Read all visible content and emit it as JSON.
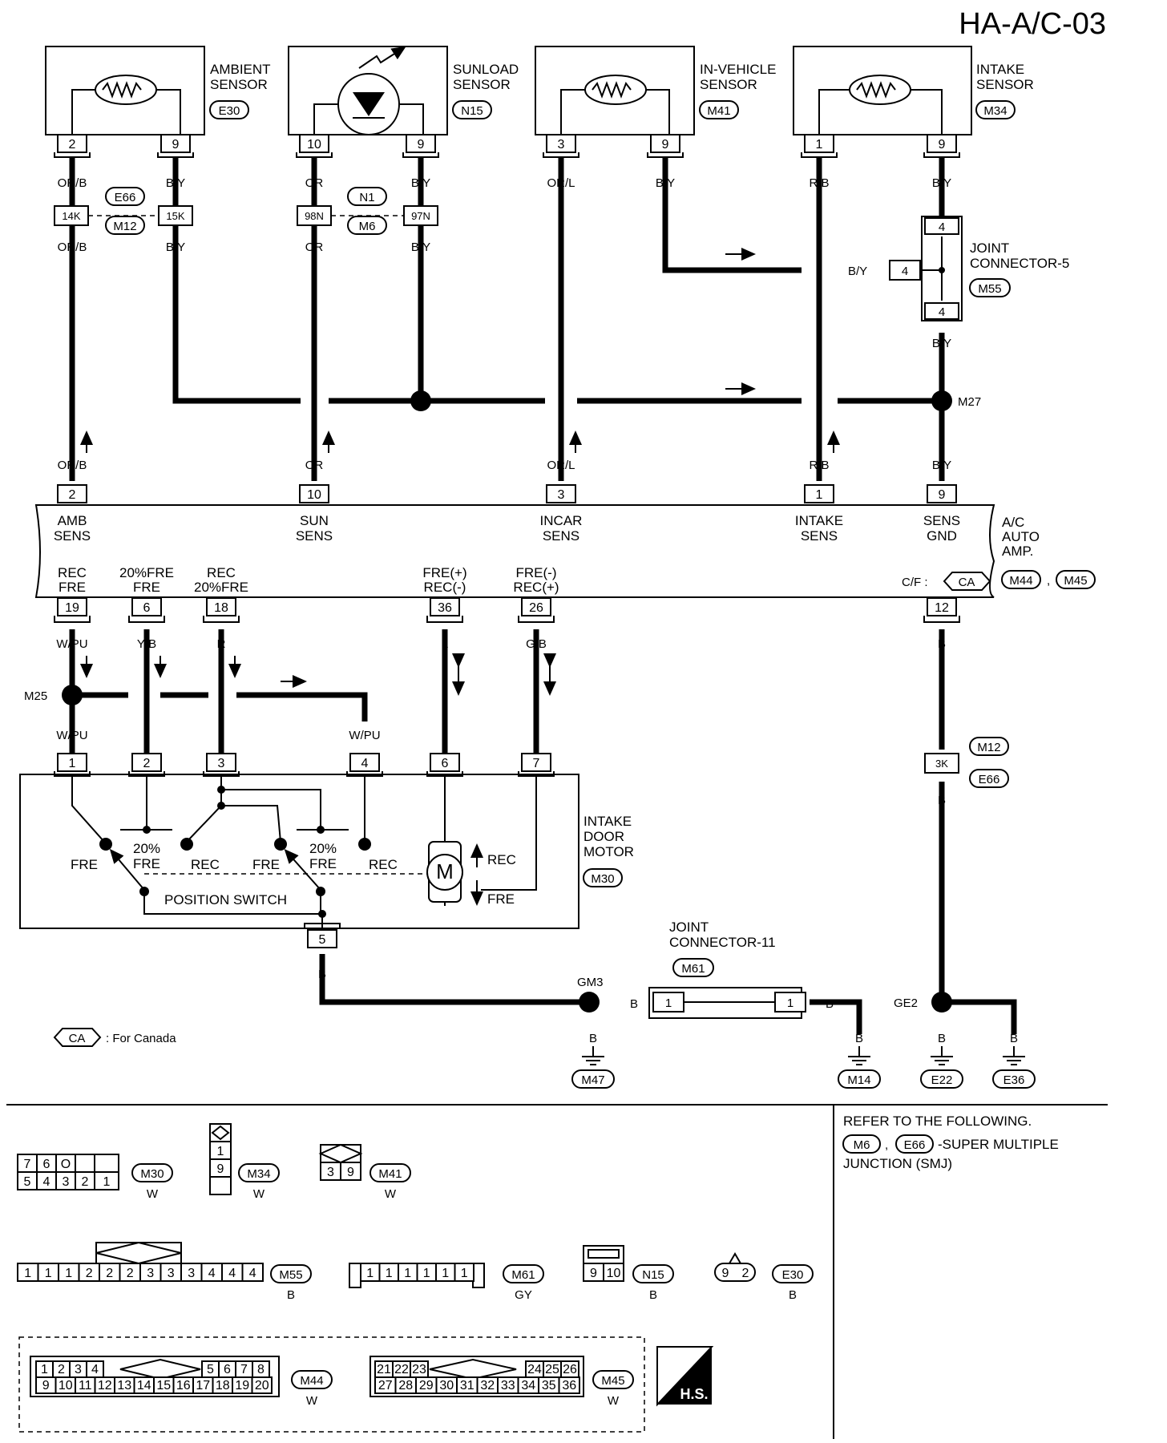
{
  "page_id": "HA-A/C-03",
  "sensors": [
    {
      "name": "AMBIENT\nSENSOR",
      "code": "E30",
      "pins": [
        "2",
        "9"
      ]
    },
    {
      "name": "SUNLOAD\nSENSOR",
      "code": "N15",
      "pins": [
        "10",
        "9"
      ]
    },
    {
      "name": "IN-VEHICLE\nSENSOR",
      "code": "M41",
      "pins": [
        "3",
        "9"
      ]
    },
    {
      "name": "INTAKE\nSENSOR",
      "code": "M34",
      "pins": [
        "1",
        "9"
      ]
    }
  ],
  "wires": {
    "amb": "OR/B",
    "by": "B/Y",
    "sun": "OR",
    "incar": "OR/L",
    "intake": "R/B",
    "wpu": "W/PU",
    "yb": "Y/B",
    "r": "R",
    "l": "L",
    "gb": "G/B",
    "b": "B"
  },
  "inline_connectors": {
    "e66_m12": [
      "E66",
      "M12"
    ],
    "n1_m6": [
      "N1",
      "M6"
    ],
    "c14k": "14K",
    "c15k": "15K",
    "c98n": "98N",
    "c97n": "97N",
    "c3k": "3K"
  },
  "joint5": {
    "title": "JOINT\nCONNECTOR-5",
    "code": "M55",
    "pin": "4"
  },
  "joint11": {
    "title": "JOINT\nCONNECTOR-11",
    "code": "M61",
    "pin": "1"
  },
  "junctions": {
    "m27": "M27",
    "m25": "M25",
    "gm3": "GM3",
    "ge2": "GE2"
  },
  "amp": {
    "name": "A/C\nAUTO\nAMP.",
    "codes": [
      "M44",
      "M45"
    ],
    "cf": "C/F :",
    "ca": "CA",
    "top_pins": [
      {
        "num": "2",
        "label": "AMB\nSENS"
      },
      {
        "num": "10",
        "label": "SUN\nSENS"
      },
      {
        "num": "3",
        "label": "INCAR\nSENS"
      },
      {
        "num": "1",
        "label": "INTAKE\nSENS"
      },
      {
        "num": "9",
        "label": "SENS\nGND"
      }
    ],
    "bottom_pins": [
      {
        "num": "19",
        "label": "REC\nFRE"
      },
      {
        "num": "6",
        "label": "20%FRE\nFRE"
      },
      {
        "num": "18",
        "label": "REC\n20%FRE"
      },
      {
        "num": "36",
        "label": "FRE(+)\nREC(-)"
      },
      {
        "num": "26",
        "label": "FRE(-)\nREC(+)"
      },
      {
        "num": "12",
        "label": ""
      }
    ]
  },
  "motor": {
    "name": "INTAKE\nDOOR\nMOTOR",
    "code": "M30",
    "pins": [
      "1",
      "2",
      "3",
      "4",
      "6",
      "7",
      "5"
    ],
    "switch_label": "POSITION SWITCH",
    "positions": [
      "FRE",
      "20%\nFRE",
      "REC",
      "FRE",
      "20%\nFRE",
      "REC"
    ],
    "rec": "REC",
    "fre": "FRE",
    "m": "M"
  },
  "grounds": [
    "M47",
    "M14",
    "E22",
    "E36"
  ],
  "legend": {
    "ca": "CA",
    "text": ": For Canada"
  },
  "refer": {
    "line1": "REFER TO THE FOLLOWING.",
    "codes": [
      "M6",
      "E66"
    ],
    "line2": "-SUPER MULTIPLE",
    "line3": "JUNCTION (SMJ)"
  },
  "connector_views": [
    {
      "code": "M30",
      "color": "W",
      "rows": [
        [
          "7",
          "6",
          "O",
          ""
        ],
        [
          "5",
          "4",
          "3",
          "2",
          "1"
        ]
      ]
    },
    {
      "code": "M34",
      "color": "W",
      "rows": [
        [
          "1"
        ],
        [
          "9"
        ],
        [
          ""
        ]
      ]
    },
    {
      "code": "M41",
      "color": "W",
      "rows": [
        [
          "3",
          "9"
        ]
      ]
    },
    {
      "code": "M55",
      "color": "B",
      "rows": [
        [
          "1",
          "1",
          "1",
          "2",
          "2",
          "2",
          "3",
          "3",
          "3",
          "4",
          "4",
          "4"
        ]
      ]
    },
    {
      "code": "M61",
      "color": "GY",
      "rows": [
        [
          "1",
          "1",
          "1",
          "1",
          "1",
          "1"
        ]
      ]
    },
    {
      "code": "N15",
      "color": "B",
      "rows": [
        [
          "9",
          "10"
        ]
      ]
    },
    {
      "code": "E30",
      "color": "B",
      "rows": [
        [
          "9",
          "2"
        ]
      ]
    },
    {
      "code": "M44",
      "color": "W",
      "rows": [
        [
          "1",
          "2",
          "3",
          "4",
          "5",
          "6",
          "7",
          "8"
        ],
        [
          "9",
          "10",
          "11",
          "12",
          "13",
          "14",
          "15",
          "16",
          "17",
          "18",
          "19",
          "20"
        ]
      ]
    },
    {
      "code": "M45",
      "color": "W",
      "rows": [
        [
          "21",
          "22",
          "23",
          "24",
          "25",
          "26"
        ],
        [
          "27",
          "28",
          "29",
          "30",
          "31",
          "32",
          "33",
          "34",
          "35",
          "36"
        ]
      ]
    }
  ],
  "hs_badge": "H.S."
}
